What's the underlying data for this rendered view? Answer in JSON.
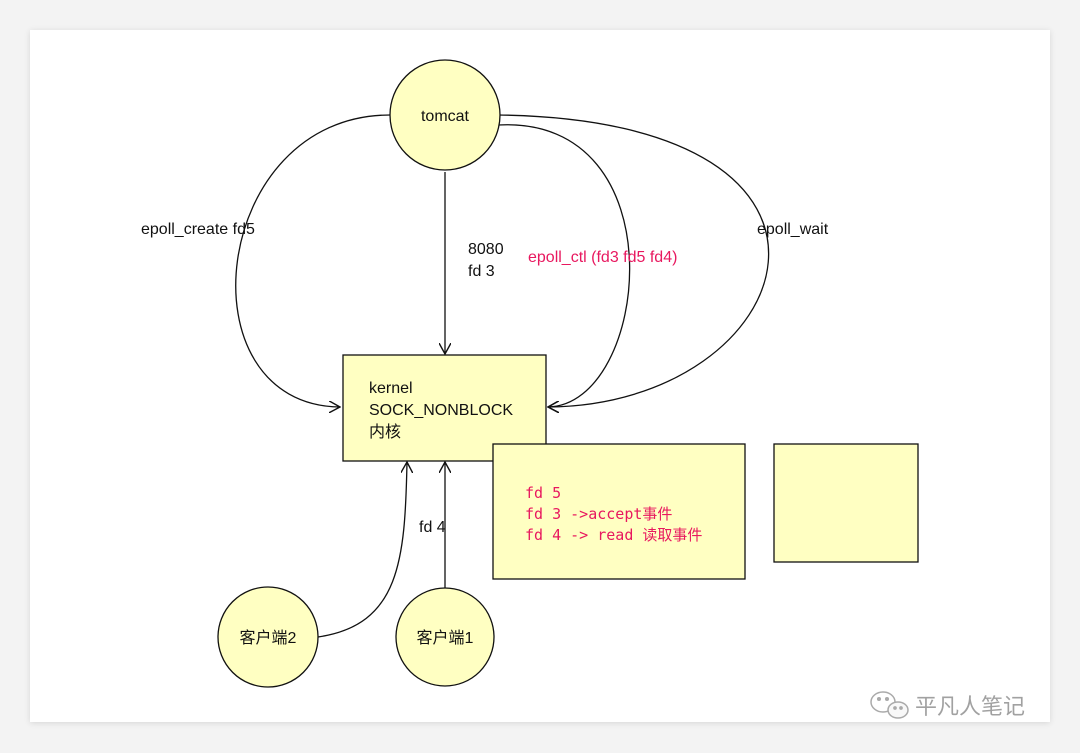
{
  "nodes": {
    "tomcat": "tomcat",
    "client1": "客户端1",
    "client2": "客户端2"
  },
  "kernel": {
    "line1": "kernel",
    "line2": "SOCK_NONBLOCK",
    "line3": "内核"
  },
  "edges": {
    "epoll_create": "epoll_create fd5",
    "listen_port": "8080",
    "listen_fd": "fd 3",
    "epoll_ctl": "epoll_ctl (fd3  fd5 fd4)",
    "epoll_wait": "epoll_wait",
    "client_fd": "fd 4"
  },
  "note": {
    "line1": "fd 5",
    "line2": "fd 3 ->accept事件",
    "line3": "fd 4 -> read 读取事件"
  },
  "watermark": {
    "text": "平凡人笔记",
    "icon": "wechat-icon"
  },
  "colors": {
    "node_fill": "#ffffc2",
    "highlight_text": "#e8185f"
  }
}
